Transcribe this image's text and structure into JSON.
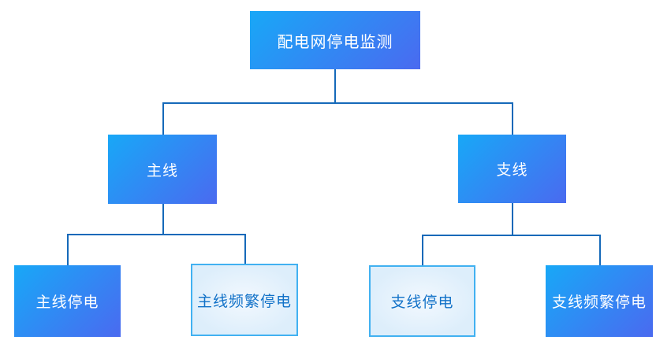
{
  "diagram_type": "tree",
  "title": "配电网停电监测",
  "colors": {
    "node_gradient_start": "#18a8f7",
    "node_gradient_end": "#4a6af0",
    "node_text": "#ffffff",
    "light_node_bg": "#ddeefb",
    "light_node_bg_center": "#f2f8fe",
    "light_node_border": "#41b1f1",
    "light_node_text": "#1272c8",
    "connector": "#1569b9"
  },
  "nodes": {
    "root": {
      "label": "配电网停电监测",
      "style": "solid"
    },
    "main_line": {
      "label": "主线",
      "style": "solid"
    },
    "branch_line": {
      "label": "支线",
      "style": "solid"
    },
    "main_line_outage": {
      "label": "主线停电",
      "style": "solid"
    },
    "main_line_frequent_outage": {
      "label": "主线频繁停电",
      "style": "light"
    },
    "branch_line_outage": {
      "label": "支线停电",
      "style": "light"
    },
    "branch_line_frequent_outage": {
      "label": "支线频繁停电",
      "style": "solid"
    }
  },
  "hierarchy": {
    "root": [
      "main_line",
      "branch_line"
    ],
    "main_line": [
      "main_line_outage",
      "main_line_frequent_outage"
    ],
    "branch_line": [
      "branch_line_outage",
      "branch_line_frequent_outage"
    ]
  }
}
